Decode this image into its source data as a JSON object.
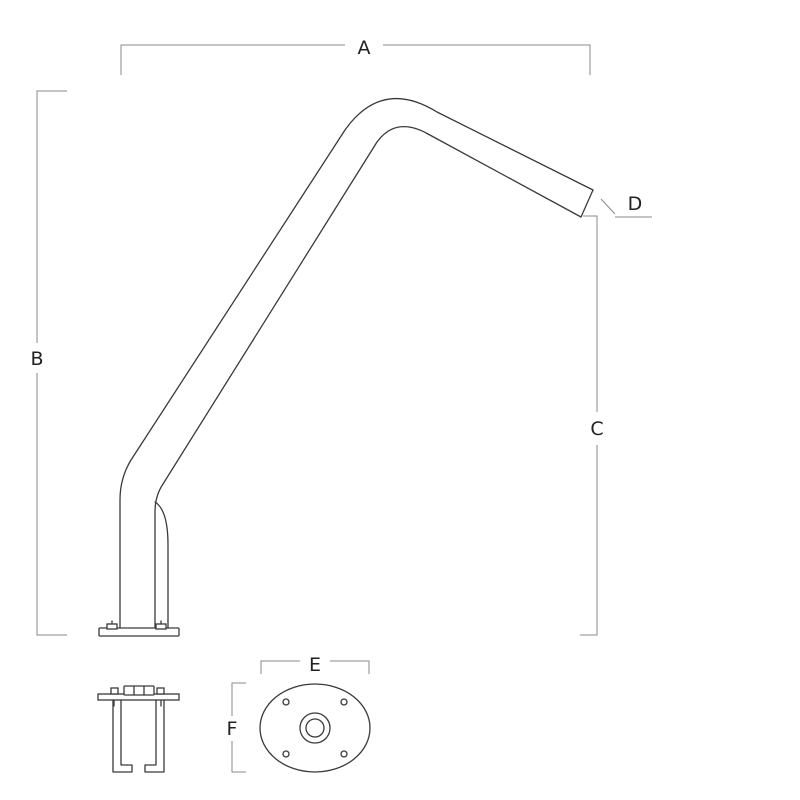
{
  "drawing": {
    "line_color": "#3a3a3a",
    "dimension_color": "#8a8a8a",
    "dimensions": {
      "A": "A",
      "B": "B",
      "C": "C",
      "D": "D",
      "E": "E",
      "F": "F"
    }
  }
}
